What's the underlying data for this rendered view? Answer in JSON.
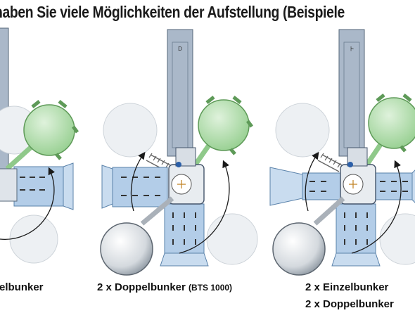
{
  "heading": "haben Sie viele Möglichkeiten der Aufstellung (Beispiele",
  "captions": {
    "left": "elbunker",
    "middle_main": "2 x Doppelbunker",
    "middle_note": "(BTS 1000)",
    "right_line1": "2 x Einzelbunker",
    "right_line2": "2 x Doppelbunker"
  },
  "colors": {
    "green_bin": "#a9dba4",
    "blue_bunker": "#b3cde8",
    "grey_column": "#aab8c9",
    "sphere_dark": "#d4d9de",
    "sphere_light": "#edf0f3"
  }
}
